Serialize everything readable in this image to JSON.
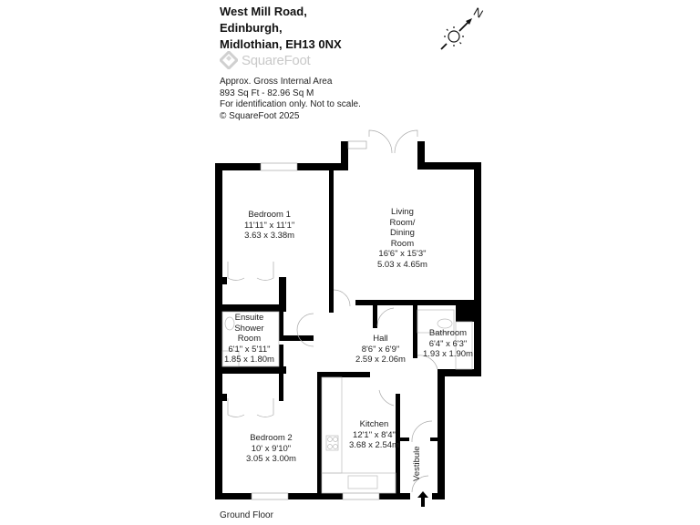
{
  "header": {
    "address_lines": [
      "West Mill Road,",
      "Edinburgh,",
      "Midlothian, EH13 0NX"
    ],
    "logo_text": "SquareFoot",
    "info_lines": [
      "Approx. Gross Internal Area",
      "893 Sq Ft  -  82.96 Sq M",
      "For identification only. Not to scale.",
      "© SquareFoot 2025"
    ]
  },
  "compass": {
    "label": "N",
    "icon": "compass-north-sun-icon"
  },
  "rooms": {
    "bedroom1": {
      "name": "Bedroom 1",
      "imperial": "11'11\" x 11'1\"",
      "metric": "3.63 x 3.38m"
    },
    "living": {
      "name_lines": [
        "Living",
        "Room/",
        "Dining",
        "Room"
      ],
      "imperial": "16'6\" x 15'3\"",
      "metric": "5.03 x 4.65m"
    },
    "ensuite": {
      "name_lines": [
        "Ensuite",
        "Shower",
        "Room"
      ],
      "imperial": "6'1\" x 5'11\"",
      "metric": "1.85 x 1.80m"
    },
    "hall": {
      "name": "Hall",
      "imperial": "8'6\" x 6'9\"",
      "metric": "2.59 x 2.06m"
    },
    "bathroom": {
      "name": "Bathroom",
      "imperial": "6'4\" x 6'3\"",
      "metric": "1.93 x 1.90m"
    },
    "bedroom2": {
      "name": "Bedroom 2",
      "imperial": "10' x 9'10\"",
      "metric": "3.05 x 3.00m"
    },
    "kitchen": {
      "name": "Kitchen",
      "imperial": "12'1\" x 8'4\"",
      "metric": "3.68 x 2.54m"
    },
    "vestibule": {
      "name": "Vestibule"
    }
  },
  "footer": {
    "floor_label": "Ground Floor"
  },
  "colors": {
    "wall": "#000000",
    "fixture": "#bbbbbb",
    "logo": "#c9c9c9",
    "text": "#222222"
  }
}
